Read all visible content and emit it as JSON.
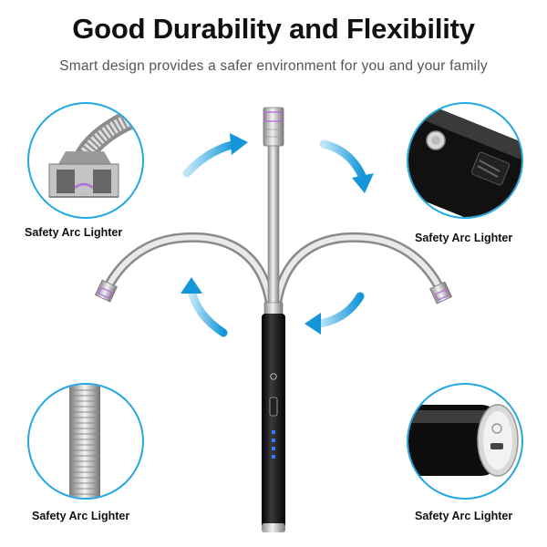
{
  "header": {
    "title": "Good Durability and Flexibility",
    "subtitle": "Smart design provides a safer environment for you and your family"
  },
  "callouts": [
    {
      "label": "Safety Arc Lighter",
      "icon": "arc-head-icon"
    },
    {
      "label": "Safety Arc Lighter",
      "icon": "safety-switch-icon"
    },
    {
      "label": "Safety Arc Lighter",
      "icon": "flexible-neck-icon"
    },
    {
      "label": "Safety Arc Lighter",
      "icon": "charging-port-icon"
    }
  ],
  "colors": {
    "accent": "#22a7e0",
    "arc": "#b46ad8",
    "body": "#111111",
    "indicator": "#2f7bff"
  }
}
